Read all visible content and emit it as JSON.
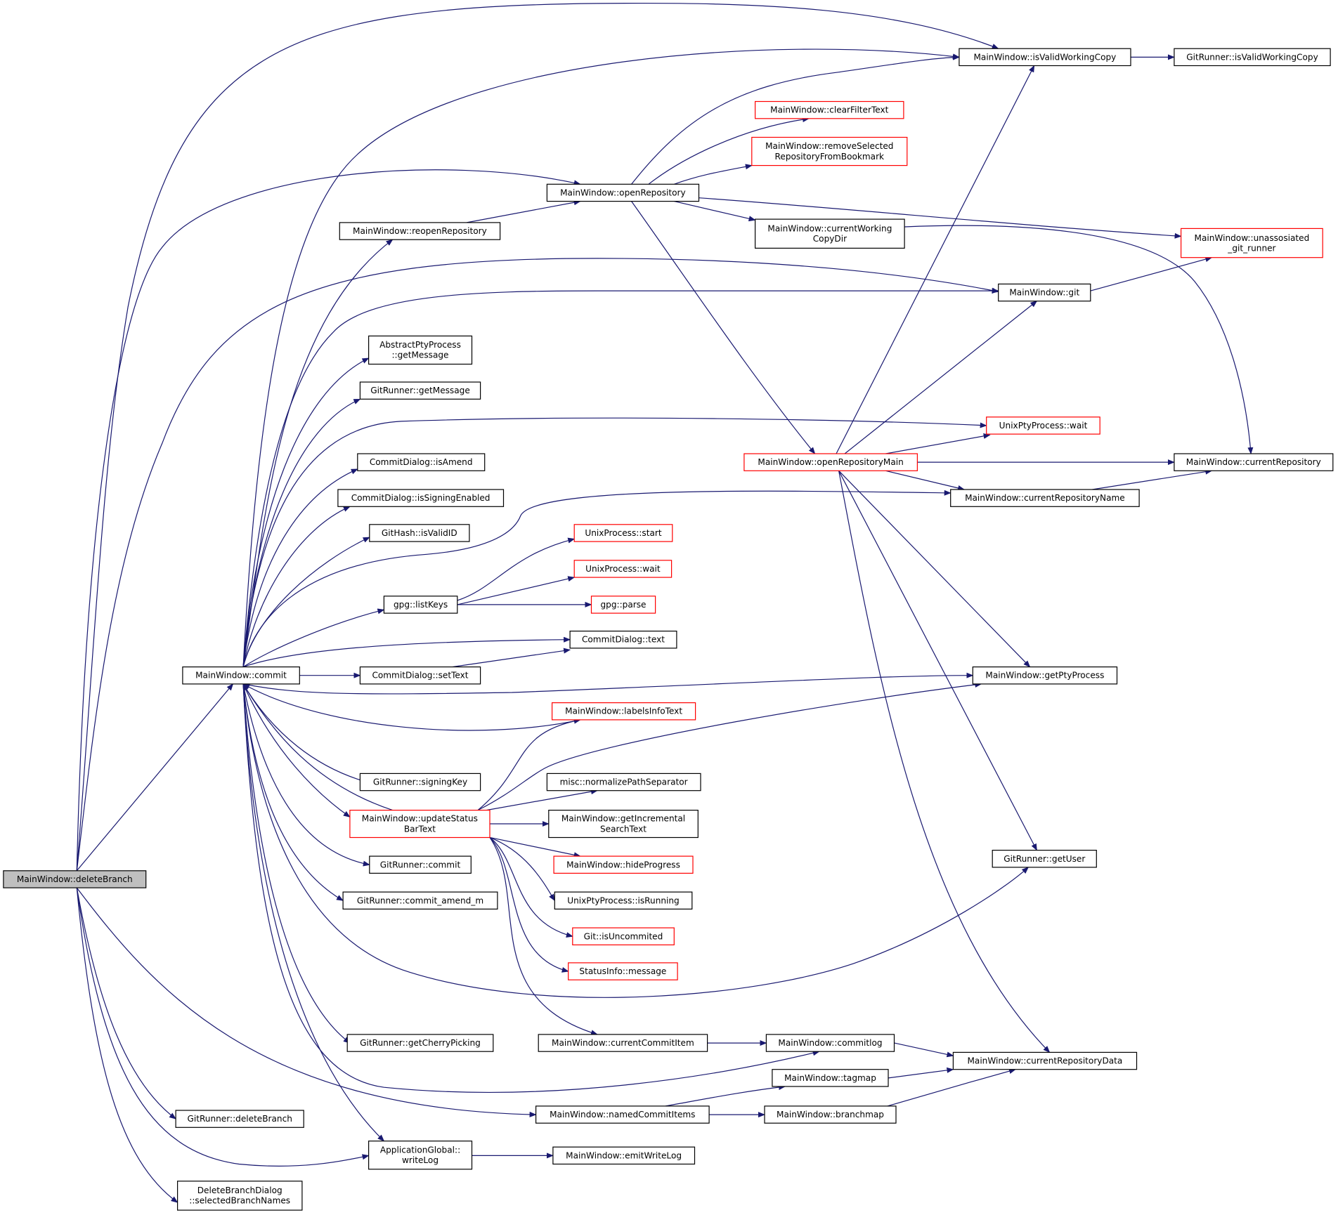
{
  "diagram": {
    "colors": {
      "edge": "#191970",
      "border_normal": "#000000",
      "border_truncated": "#ff0000",
      "root_fill": "#bfbfbf",
      "node_fill": "#ffffff"
    },
    "nodes": [
      {
        "id": "deleteBranch",
        "lines": [
          "MainWindow::deleteBranch"
        ],
        "style": "root"
      },
      {
        "id": "commit",
        "lines": [
          "MainWindow::commit"
        ],
        "style": "normal"
      },
      {
        "id": "reopenRepository",
        "lines": [
          "MainWindow::reopenRepository"
        ],
        "style": "normal"
      },
      {
        "id": "openRepository",
        "lines": [
          "MainWindow::openRepository"
        ],
        "style": "normal"
      },
      {
        "id": "isValidWorkingCopy",
        "lines": [
          "MainWindow::isValidWorkingCopy"
        ],
        "style": "normal"
      },
      {
        "id": "gr_isValidWorkingCopy",
        "lines": [
          "GitRunner::isValidWorkingCopy"
        ],
        "style": "normal"
      },
      {
        "id": "clearFilterText",
        "lines": [
          "MainWindow::clearFilterText"
        ],
        "style": "truncated"
      },
      {
        "id": "removeSelected",
        "lines": [
          "MainWindow::removeSelected",
          "RepositoryFromBookmark"
        ],
        "style": "truncated"
      },
      {
        "id": "currentWorkingCopyDir",
        "lines": [
          "MainWindow::currentWorking",
          "CopyDir"
        ],
        "style": "normal"
      },
      {
        "id": "unassosiated",
        "lines": [
          "MainWindow::unassosiated",
          "_git_runner"
        ],
        "style": "truncated"
      },
      {
        "id": "git",
        "lines": [
          "MainWindow::git"
        ],
        "style": "normal"
      },
      {
        "id": "apty_getMessage",
        "lines": [
          "AbstractPtyProcess",
          "::getMessage"
        ],
        "style": "normal"
      },
      {
        "id": "gr_getMessage",
        "lines": [
          "GitRunner::getMessage"
        ],
        "style": "normal"
      },
      {
        "id": "upty_wait",
        "lines": [
          "UnixPtyProcess::wait"
        ],
        "style": "truncated"
      },
      {
        "id": "openRepositoryMain",
        "lines": [
          "MainWindow::openRepositoryMain"
        ],
        "style": "truncated"
      },
      {
        "id": "currentRepository",
        "lines": [
          "MainWindow::currentRepository"
        ],
        "style": "normal"
      },
      {
        "id": "isAmend",
        "lines": [
          "CommitDialog::isAmend"
        ],
        "style": "normal"
      },
      {
        "id": "isSigningEnabled",
        "lines": [
          "CommitDialog::isSigningEnabled"
        ],
        "style": "normal"
      },
      {
        "id": "currentRepositoryName",
        "lines": [
          "MainWindow::currentRepositoryName"
        ],
        "style": "normal"
      },
      {
        "id": "isValidID",
        "lines": [
          "GitHash::isValidID"
        ],
        "style": "normal"
      },
      {
        "id": "uproc_start",
        "lines": [
          "UnixProcess::start"
        ],
        "style": "truncated"
      },
      {
        "id": "uproc_wait",
        "lines": [
          "UnixProcess::wait"
        ],
        "style": "truncated"
      },
      {
        "id": "listKeys",
        "lines": [
          "gpg::listKeys"
        ],
        "style": "normal"
      },
      {
        "id": "gpg_parse",
        "lines": [
          "gpg::parse"
        ],
        "style": "truncated"
      },
      {
        "id": "cd_text",
        "lines": [
          "CommitDialog::text"
        ],
        "style": "normal"
      },
      {
        "id": "cd_setText",
        "lines": [
          "CommitDialog::setText"
        ],
        "style": "normal"
      },
      {
        "id": "getPtyProcess",
        "lines": [
          "MainWindow::getPtyProcess"
        ],
        "style": "normal"
      },
      {
        "id": "labelsInfoText",
        "lines": [
          "MainWindow::labelsInfoText"
        ],
        "style": "truncated"
      },
      {
        "id": "signingKey",
        "lines": [
          "GitRunner::signingKey"
        ],
        "style": "normal"
      },
      {
        "id": "normalizePathSeparator",
        "lines": [
          "misc::normalizePathSeparator"
        ],
        "style": "normal"
      },
      {
        "id": "updateStatusBarText",
        "lines": [
          "MainWindow::updateStatus",
          "BarText"
        ],
        "style": "truncated"
      },
      {
        "id": "getIncrementalSearchText",
        "lines": [
          "MainWindow::getIncremental",
          "SearchText"
        ],
        "style": "normal"
      },
      {
        "id": "getUser",
        "lines": [
          "GitRunner::getUser"
        ],
        "style": "normal"
      },
      {
        "id": "gr_commit",
        "lines": [
          "GitRunner::commit"
        ],
        "style": "normal"
      },
      {
        "id": "hideProgress",
        "lines": [
          "MainWindow::hideProgress"
        ],
        "style": "truncated"
      },
      {
        "id": "commit_amend_m",
        "lines": [
          "GitRunner::commit_amend_m"
        ],
        "style": "normal"
      },
      {
        "id": "upty_isRunning",
        "lines": [
          "UnixPtyProcess::isRunning"
        ],
        "style": "normal"
      },
      {
        "id": "isUncommited",
        "lines": [
          "Git::isUncommited"
        ],
        "style": "truncated"
      },
      {
        "id": "statusInfo_message",
        "lines": [
          "StatusInfo::message"
        ],
        "style": "truncated"
      },
      {
        "id": "getCherryPicking",
        "lines": [
          "GitRunner::getCherryPicking"
        ],
        "style": "normal"
      },
      {
        "id": "currentCommitItem",
        "lines": [
          "MainWindow::currentCommitItem"
        ],
        "style": "normal"
      },
      {
        "id": "commitlog",
        "lines": [
          "MainWindow::commitlog"
        ],
        "style": "normal"
      },
      {
        "id": "currentRepositoryData",
        "lines": [
          "MainWindow::currentRepositoryData"
        ],
        "style": "normal"
      },
      {
        "id": "tagmap",
        "lines": [
          "MainWindow::tagmap"
        ],
        "style": "normal"
      },
      {
        "id": "gr_deleteBranch",
        "lines": [
          "GitRunner::deleteBranch"
        ],
        "style": "normal"
      },
      {
        "id": "namedCommitItems",
        "lines": [
          "MainWindow::namedCommitItems"
        ],
        "style": "normal"
      },
      {
        "id": "branchmap",
        "lines": [
          "MainWindow::branchmap"
        ],
        "style": "normal"
      },
      {
        "id": "writeLog",
        "lines": [
          "ApplicationGlobal::",
          "writeLog"
        ],
        "style": "normal"
      },
      {
        "id": "emitWriteLog",
        "lines": [
          "MainWindow::emitWriteLog"
        ],
        "style": "normal"
      },
      {
        "id": "selectedBranchNames",
        "lines": [
          "DeleteBranchDialog",
          "::selectedBranchNames"
        ],
        "style": "normal"
      }
    ],
    "edges": [
      [
        "deleteBranch",
        "commit"
      ],
      [
        "deleteBranch",
        "isValidWorkingCopy"
      ],
      [
        "deleteBranch",
        "openRepository"
      ],
      [
        "deleteBranch",
        "git"
      ],
      [
        "deleteBranch",
        "gr_deleteBranch"
      ],
      [
        "deleteBranch",
        "namedCommitItems"
      ],
      [
        "deleteBranch",
        "writeLog"
      ],
      [
        "deleteBranch",
        "selectedBranchNames"
      ],
      [
        "commit",
        "isValidWorkingCopy"
      ],
      [
        "commit",
        "reopenRepository"
      ],
      [
        "commit",
        "git"
      ],
      [
        "commit",
        "apty_getMessage"
      ],
      [
        "commit",
        "gr_getMessage"
      ],
      [
        "commit",
        "upty_wait"
      ],
      [
        "commit",
        "isAmend"
      ],
      [
        "commit",
        "isSigningEnabled"
      ],
      [
        "commit",
        "currentRepositoryName"
      ],
      [
        "commit",
        "isValidID"
      ],
      [
        "commit",
        "listKeys"
      ],
      [
        "commit",
        "cd_text"
      ],
      [
        "commit",
        "cd_setText"
      ],
      [
        "commit",
        "getPtyProcess"
      ],
      [
        "commit",
        "signingKey"
      ],
      [
        "commit",
        "updateStatusBarText"
      ],
      [
        "commit",
        "getUser"
      ],
      [
        "commit",
        "gr_commit"
      ],
      [
        "commit",
        "commit_amend_m"
      ],
      [
        "commit",
        "getCherryPicking"
      ],
      [
        "commit",
        "commitlog"
      ],
      [
        "commit",
        "writeLog"
      ],
      [
        "labelsInfoText",
        "commit"
      ],
      [
        "updateStatusBarText",
        "commit"
      ],
      [
        "reopenRepository",
        "openRepository"
      ],
      [
        "openRepository",
        "isValidWorkingCopy"
      ],
      [
        "openRepository",
        "clearFilterText"
      ],
      [
        "openRepository",
        "removeSelected"
      ],
      [
        "openRepository",
        "currentWorkingCopyDir"
      ],
      [
        "openRepository",
        "unassosiated"
      ],
      [
        "openRepository",
        "openRepositoryMain"
      ],
      [
        "isValidWorkingCopy",
        "gr_isValidWorkingCopy"
      ],
      [
        "currentWorkingCopyDir",
        "currentRepository"
      ],
      [
        "git",
        "unassosiated"
      ],
      [
        "openRepositoryMain",
        "isValidWorkingCopy"
      ],
      [
        "openRepositoryMain",
        "git"
      ],
      [
        "openRepositoryMain",
        "upty_wait"
      ],
      [
        "openRepositoryMain",
        "currentRepository"
      ],
      [
        "openRepositoryMain",
        "currentRepositoryName"
      ],
      [
        "openRepositoryMain",
        "getPtyProcess"
      ],
      [
        "openRepositoryMain",
        "getUser"
      ],
      [
        "openRepositoryMain",
        "currentRepositoryData"
      ],
      [
        "currentRepositoryName",
        "currentRepository"
      ],
      [
        "listKeys",
        "uproc_start"
      ],
      [
        "listKeys",
        "uproc_wait"
      ],
      [
        "listKeys",
        "gpg_parse"
      ],
      [
        "cd_setText",
        "cd_text"
      ],
      [
        "updateStatusBarText",
        "labelsInfoText"
      ],
      [
        "updateStatusBarText",
        "getPtyProcess"
      ],
      [
        "updateStatusBarText",
        "normalizePathSeparator"
      ],
      [
        "updateStatusBarText",
        "getIncrementalSearchText"
      ],
      [
        "updateStatusBarText",
        "hideProgress"
      ],
      [
        "updateStatusBarText",
        "upty_isRunning"
      ],
      [
        "updateStatusBarText",
        "isUncommited"
      ],
      [
        "updateStatusBarText",
        "statusInfo_message"
      ],
      [
        "updateStatusBarText",
        "currentCommitItem"
      ],
      [
        "currentCommitItem",
        "commitlog"
      ],
      [
        "commitlog",
        "currentRepositoryData"
      ],
      [
        "tagmap",
        "currentRepositoryData"
      ],
      [
        "branchmap",
        "currentRepositoryData"
      ],
      [
        "namedCommitItems",
        "tagmap"
      ],
      [
        "namedCommitItems",
        "branchmap"
      ],
      [
        "writeLog",
        "emitWriteLog"
      ]
    ]
  }
}
